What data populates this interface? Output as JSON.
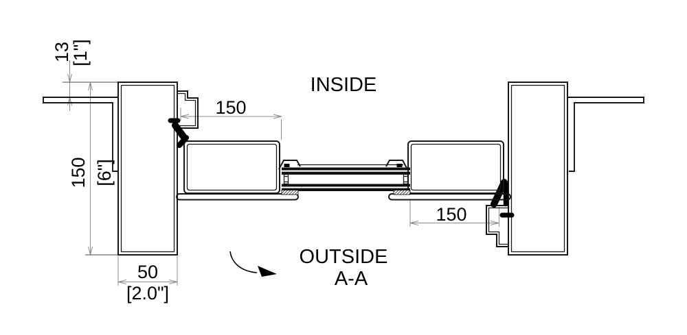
{
  "drawing": {
    "labels": {
      "inside": "INSIDE",
      "outside": "OUTSIDE",
      "section_mark": "A-A"
    },
    "dimensions": {
      "wall_offset": {
        "metric": "13",
        "imperial": "[1\"]"
      },
      "frame_depth": {
        "metric": "150",
        "imperial": "[6\"]"
      },
      "frame_width": {
        "metric": "50",
        "imperial": "[2.0\"]"
      },
      "left_opening": {
        "metric": "150"
      },
      "right_opening": {
        "metric": "150"
      }
    },
    "colors": {
      "geometry": "#151515",
      "dimension_lines": "#8c8c8c",
      "text": "#000000",
      "background": "#ffffff"
    }
  }
}
